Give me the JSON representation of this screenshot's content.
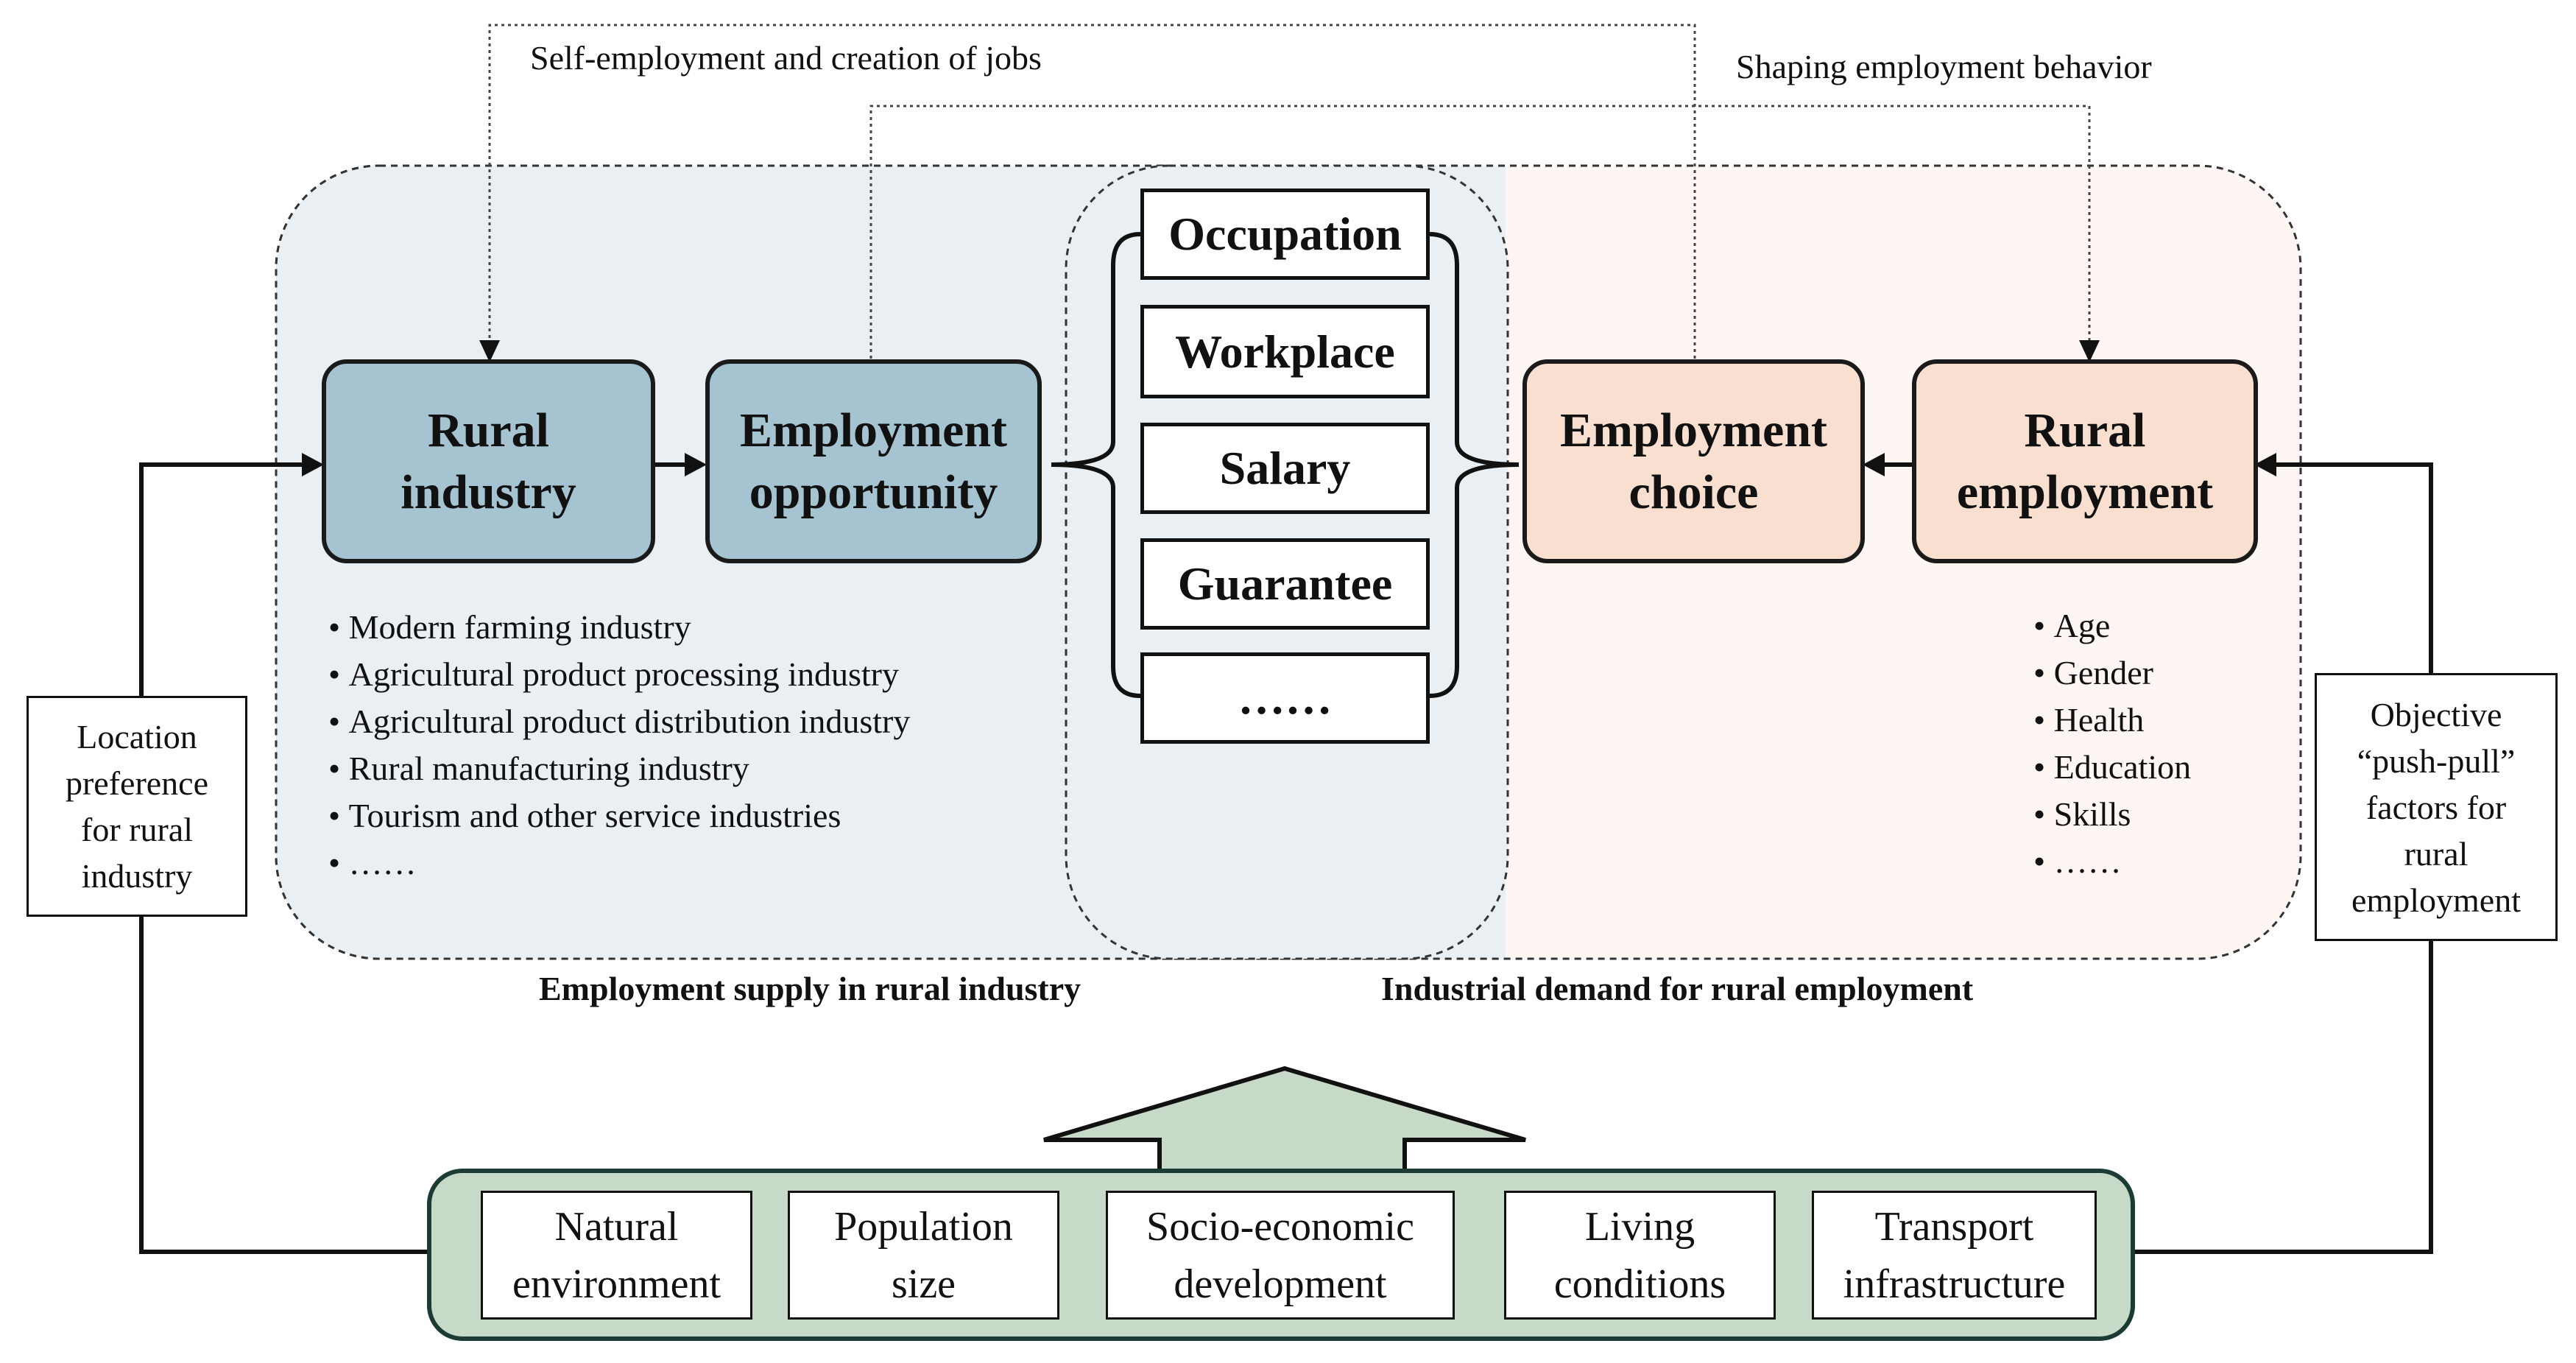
{
  "top_labels": {
    "self_employment": "Self-employment  and creation of jobs",
    "shaping_behavior": "Shaping employment  behavior"
  },
  "nodes": {
    "rural_industry": {
      "line1": "Rural",
      "line2": "industry"
    },
    "employment_opportunity": {
      "line1": "Employment",
      "line2": "opportunity"
    },
    "employment_choice": {
      "line1": "Employment",
      "line2": "choice"
    },
    "rural_employment": {
      "line1": "Rural",
      "line2": "employment"
    }
  },
  "job_attributes": [
    "Occupation",
    "Workplace",
    "Salary",
    "Guarantee",
    "……"
  ],
  "industry_list": [
    "Modern farming  industry",
    "Agricultural  product processing industry",
    "Agricultural  product distribution  industry",
    "Rural manufacturing  industry",
    "Tourism and other service industries",
    "……"
  ],
  "personal_factors": [
    "Age",
    "Gender",
    "Health",
    "Education",
    "Skills",
    "……"
  ],
  "region_labels": {
    "supply": "Employment supply in rural industry",
    "demand": "Industrial demand for rural employment"
  },
  "side_boxes": {
    "location_preference": [
      "Location",
      "preference",
      "for rural",
      "industry"
    ],
    "push_pull": [
      "Objective",
      "“push-pull”",
      "factors for",
      "rural",
      "employment"
    ]
  },
  "factors": [
    {
      "line1": "Natural",
      "line2": "environment"
    },
    {
      "line1": "Population",
      "line2": "size"
    },
    {
      "line1": "Socio-economic",
      "line2": "development"
    },
    {
      "line1": "Living",
      "line2": "conditions"
    },
    {
      "line1": "Transport",
      "line2": "infrastructure"
    }
  ],
  "colors": {
    "supply_region": "#e9eff2",
    "demand_region": "#fdf6f2",
    "rural_industry_fill": "#a5c3d0",
    "employment_choice_fill": "#f9dfd0",
    "factor_panel": "#c7d9c7",
    "factor_border": "#1d3b35",
    "line": "#111111"
  }
}
